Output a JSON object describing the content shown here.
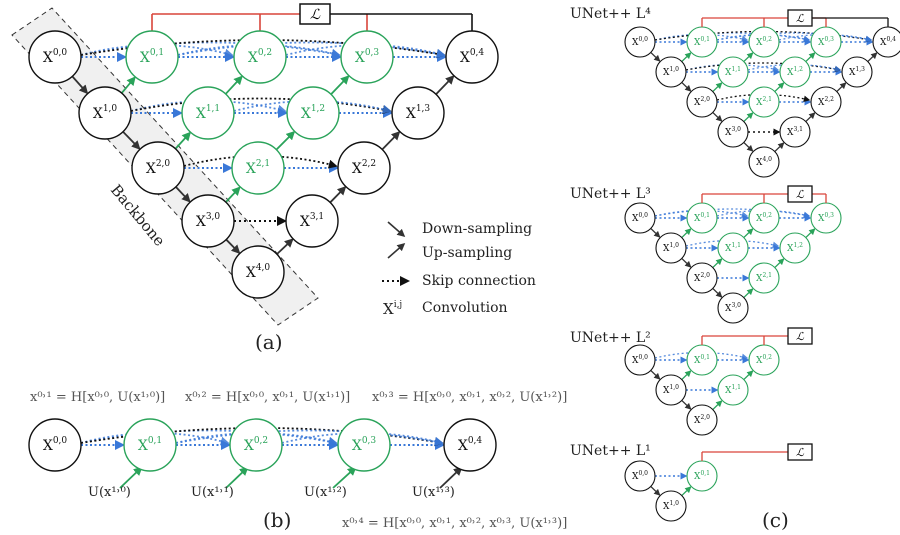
{
  "panel_a": {
    "label": "(a)",
    "loss_label": "ℒ",
    "backbone_label": "Backbone",
    "legend": {
      "down": "Down-sampling",
      "up": "Up-sampling",
      "skip": "Skip connection",
      "conv_symbol": "X",
      "conv_sup": "i,j",
      "conv": "Convolution"
    },
    "nodes": [
      {
        "sup": "0,0"
      },
      {
        "sup": "0,1"
      },
      {
        "sup": "0,2"
      },
      {
        "sup": "0,3"
      },
      {
        "sup": "0,4"
      },
      {
        "sup": "1,0"
      },
      {
        "sup": "1,1"
      },
      {
        "sup": "1,2"
      },
      {
        "sup": "1,3"
      },
      {
        "sup": "2,0"
      },
      {
        "sup": "2,1"
      },
      {
        "sup": "2,2"
      },
      {
        "sup": "3,0"
      },
      {
        "sup": "3,1"
      },
      {
        "sup": "4,0"
      }
    ]
  },
  "panel_b": {
    "label": "(b)",
    "eq1": "x⁰˒¹ = H[x⁰˒⁰, U(x¹˒⁰)]",
    "eq2": "x⁰˒² = H[x⁰˒⁰, x⁰˒¹, U(x¹˒¹)]",
    "eq3": "x⁰˒³ = H[x⁰˒⁰, x⁰˒¹, x⁰˒², U(x¹˒²)]",
    "eq4": "x⁰˒⁴ = H[x⁰˒⁰, x⁰˒¹, x⁰˒², x⁰˒³, U(x¹˒³)]",
    "u_labels": [
      "U(x¹˒⁰)",
      "U(x¹˒¹)",
      "U(x¹˒²)",
      "U(x¹˒³)"
    ],
    "nodes": [
      {
        "sup": "0,0"
      },
      {
        "sup": "0,1"
      },
      {
        "sup": "0,2"
      },
      {
        "sup": "0,3"
      },
      {
        "sup": "0,4"
      }
    ]
  },
  "panel_c": {
    "label": "(c)",
    "titles": [
      "UNet++ L⁴",
      "UNet++ L³",
      "UNet++ L²",
      "UNet++ L¹"
    ],
    "loss_label": "ℒ"
  },
  "colors": {
    "green": "#2aa35a",
    "blue": "#3a78d8",
    "red": "#d9453a",
    "black": "#111111",
    "backbone_fill": "#f0f0f0"
  }
}
